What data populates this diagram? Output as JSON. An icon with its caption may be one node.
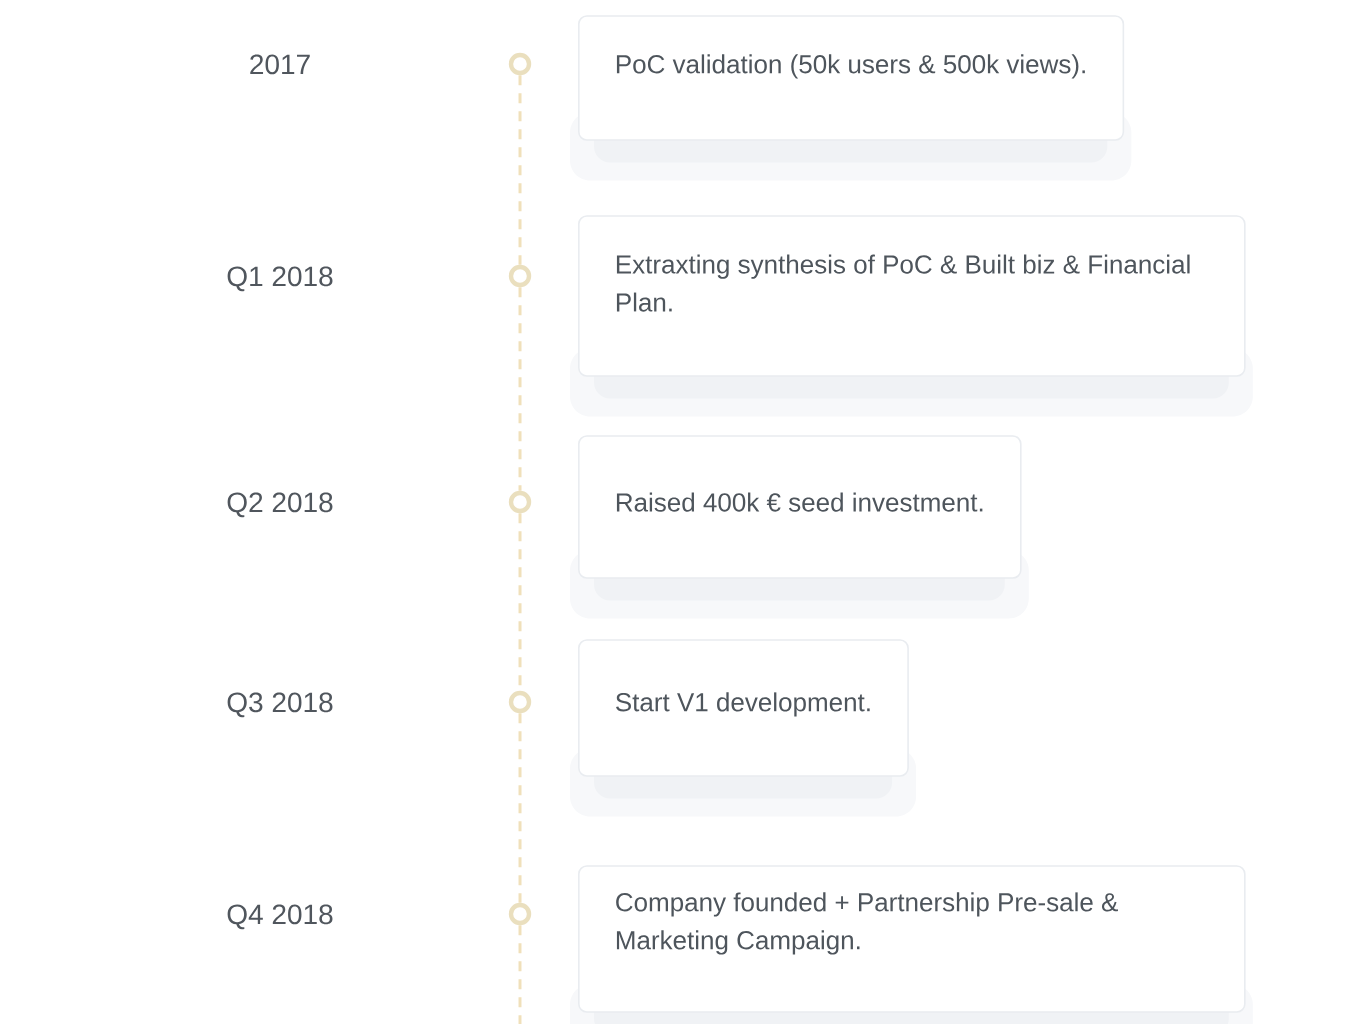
{
  "diagram": {
    "nodes": [
      {
        "text": [],
        "shape": "circle"
      },
      {
        "text": [
          "PoC validation (50k users & 500k views)."
        ]
      },
      {
        "text": [],
        "shape": "circle"
      },
      {
        "text": [
          "Extraxting synthesis of PoC & Built biz & Financial Plan."
        ]
      },
      {
        "text": [],
        "shape": "circle"
      },
      {
        "text": [
          "Raised 400k € seed investment."
        ]
      },
      {
        "text": [],
        "shape": "circle"
      },
      {
        "text": [
          "Start V1 development."
        ]
      },
      {
        "text": [],
        "shape": "circle"
      },
      {
        "text": [
          "Company founded + Partnership Pre-sale & Marketing Campaign."
        ]
      }
    ],
    "edges": [
      {
        "from": 0,
        "to": 2,
        "arrow": "none",
        "style": "dashed"
      },
      {
        "from": 2,
        "to": 4,
        "arrow": "none",
        "style": "dashed"
      },
      {
        "from": 4,
        "to": 6,
        "arrow": "none",
        "style": "dashed"
      },
      {
        "from": 6,
        "to": 8,
        "arrow": "none",
        "style": "dashed"
      },
      {
        "from": 8,
        "to": null,
        "arrow": "none",
        "style": "dashed"
      }
    ],
    "labels": [
      "2017",
      "Q1 2018",
      "Q2 2018",
      "Q3 2018",
      "Q4 2018"
    ]
  }
}
